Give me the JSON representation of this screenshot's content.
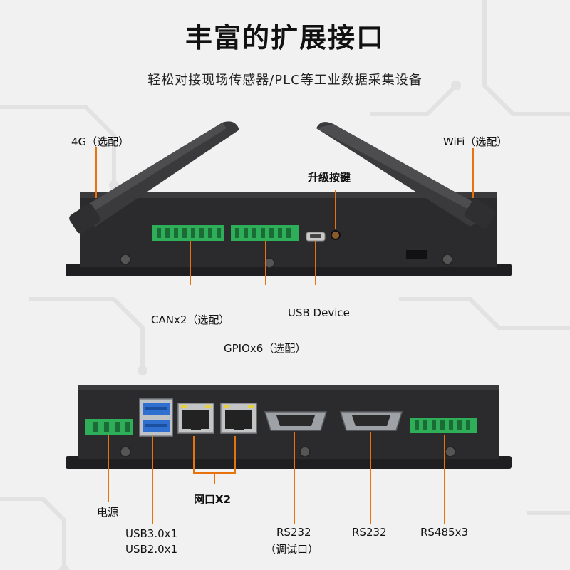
{
  "title": "丰富的扩展接口",
  "subtitle": "轻松对接现场传感器/PLC等工业数据采集设备",
  "top_panel": {
    "labels": {
      "antenna_4g": "4G（选配）",
      "antenna_wifi": "WiFi（选配）",
      "upgrade_button": "升级按键",
      "can": "CANx2（选配）",
      "usb_device": "USB Device",
      "gpio": "GPIOx6（选配）"
    }
  },
  "bottom_panel": {
    "labels": {
      "power": "电源",
      "usb_line1": "USB3.0x1",
      "usb_line2": "USB2.0x1",
      "ethernet": "网口X2",
      "rs232_debug_line1": "RS232",
      "rs232_debug_line2": "（调试口）",
      "rs232": "RS232",
      "rs485": "RS485x3"
    }
  },
  "colors": {
    "accent": "#e8730c",
    "chassis": "#2b2b2d",
    "terminal_green": "#2fae5a",
    "usb_blue": "#2f6fd0"
  }
}
